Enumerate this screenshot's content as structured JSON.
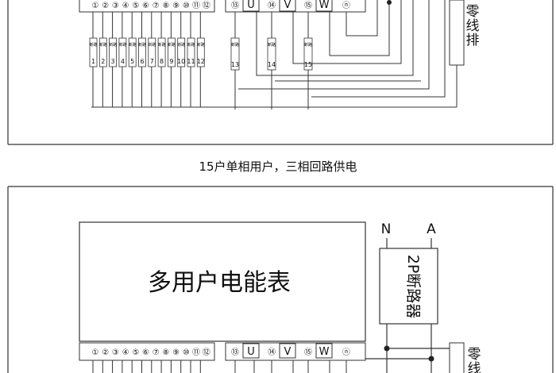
{
  "caption": "15户单相用户，三相回路供电",
  "meter": {
    "title": "多用户电能表"
  },
  "breaker": {
    "label": "2P断路器",
    "terminal_n": "N",
    "terminal_a": "A"
  },
  "neutral_bar": {
    "label": "零线排",
    "label_partial": "零线"
  },
  "terminal_strip": {
    "circled_numbers": [
      "①",
      "②",
      "③",
      "④",
      "⑤",
      "⑥",
      "⑦",
      "⑧",
      "⑨",
      "⑩",
      "⑪",
      "⑫"
    ],
    "phase_group": [
      {
        "num": "⑬",
        "phase": "U"
      },
      {
        "num": "⑭",
        "phase": "V"
      },
      {
        "num": "⑮",
        "phase": "W"
      },
      {
        "num": "ⓝ",
        "phase": ""
      }
    ]
  },
  "breaker_row": {
    "small_label": "断路",
    "numbers": [
      "1",
      "2",
      "3",
      "4",
      "5",
      "6",
      "7",
      "8",
      "9",
      "10",
      "11",
      "12"
    ],
    "extra": [
      "13",
      "14",
      "15"
    ]
  }
}
